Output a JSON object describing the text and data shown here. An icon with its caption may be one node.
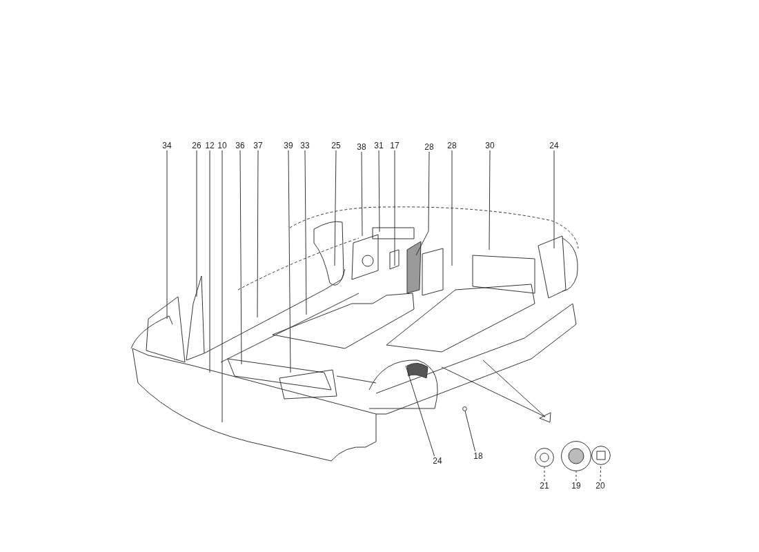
{
  "diagram": {
    "nodes": [
      {
        "text": [
          "34"
        ]
      },
      {
        "text": [
          "26"
        ]
      },
      {
        "text": [
          "12"
        ]
      },
      {
        "text": [
          "10"
        ]
      },
      {
        "text": [
          "36"
        ]
      },
      {
        "text": [
          "37"
        ]
      },
      {
        "text": [
          "39"
        ]
      },
      {
        "text": [
          "33"
        ]
      },
      {
        "text": [
          "25"
        ]
      },
      {
        "text": [
          "38"
        ]
      },
      {
        "text": [
          "31"
        ]
      },
      {
        "text": [
          "17"
        ]
      },
      {
        "text": [
          "28"
        ]
      },
      {
        "text": [
          "28"
        ]
      },
      {
        "text": [
          "30"
        ]
      },
      {
        "text": [
          "24"
        ]
      },
      {
        "text": [
          "24"
        ]
      },
      {
        "text": [
          "18"
        ]
      },
      {
        "text": [
          "21"
        ]
      },
      {
        "text": [
          "19"
        ]
      },
      {
        "text": [
          "20"
        ]
      },
      {
        "text": [],
        "shape": "circle"
      },
      {
        "text": [],
        "shape": "circle"
      },
      {
        "text": [],
        "shape": "circle"
      },
      {
        "text": [],
        "shape": "circle"
      }
    ],
    "edges": [
      {
        "from": 0,
        "to": null,
        "arrow": "none"
      },
      {
        "from": 1,
        "to": null,
        "arrow": "none"
      },
      {
        "from": 2,
        "to": null,
        "arrow": "none"
      },
      {
        "from": 3,
        "to": null,
        "arrow": "none"
      },
      {
        "from": 4,
        "to": null,
        "arrow": "none"
      },
      {
        "from": 5,
        "to": null,
        "arrow": "none"
      },
      {
        "from": 6,
        "to": null,
        "arrow": "none"
      },
      {
        "from": 7,
        "to": null,
        "arrow": "none"
      },
      {
        "from": 8,
        "to": null,
        "arrow": "none"
      },
      {
        "from": 9,
        "to": null,
        "arrow": "none"
      },
      {
        "from": 10,
        "to": null,
        "arrow": "none"
      },
      {
        "from": 11,
        "to": null,
        "arrow": "none"
      },
      {
        "from": 12,
        "to": null,
        "arrow": "none"
      },
      {
        "from": 13,
        "to": null,
        "arrow": "none"
      },
      {
        "from": 14,
        "to": null,
        "arrow": "none"
      },
      {
        "from": 15,
        "to": null,
        "arrow": "none"
      },
      {
        "from": 16,
        "to": null,
        "arrow": "none"
      },
      {
        "from": 17,
        "to": 21,
        "arrow": "none"
      },
      {
        "from": 18,
        "to": 22,
        "arrow": "none",
        "style": "dashed"
      },
      {
        "from": 19,
        "to": 23,
        "arrow": "none",
        "style": "dashed"
      },
      {
        "from": 20,
        "to": 24,
        "arrow": "none",
        "style": "dashed"
      }
    ]
  }
}
